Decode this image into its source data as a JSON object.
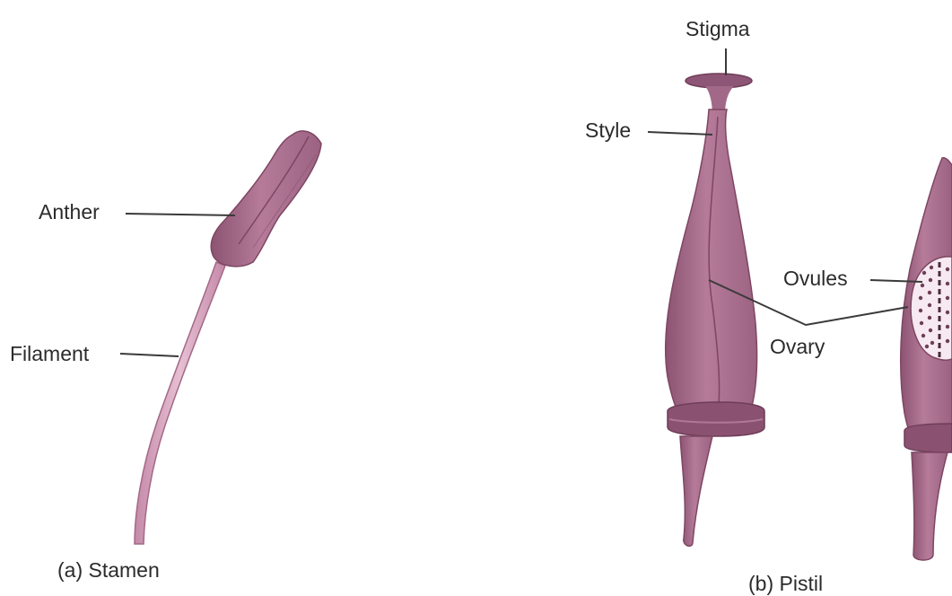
{
  "stamen": {
    "caption": "(a) Stamen",
    "labels": {
      "anther": "Anther",
      "filament": "Filament"
    }
  },
  "pistil": {
    "caption": "(b) Pistil",
    "labels": {
      "stigma": "Stigma",
      "style": "Style",
      "ovules": "Ovules",
      "ovary": "Ovary"
    }
  },
  "colors": {
    "tissue": "#b37595",
    "tissue_dark": "#7d4663",
    "tissue_light": "#d9a7c0",
    "filament": "#dcaec6",
    "ovule_cavity": "#f7e9f1",
    "label_text": "#2b2b2b"
  }
}
